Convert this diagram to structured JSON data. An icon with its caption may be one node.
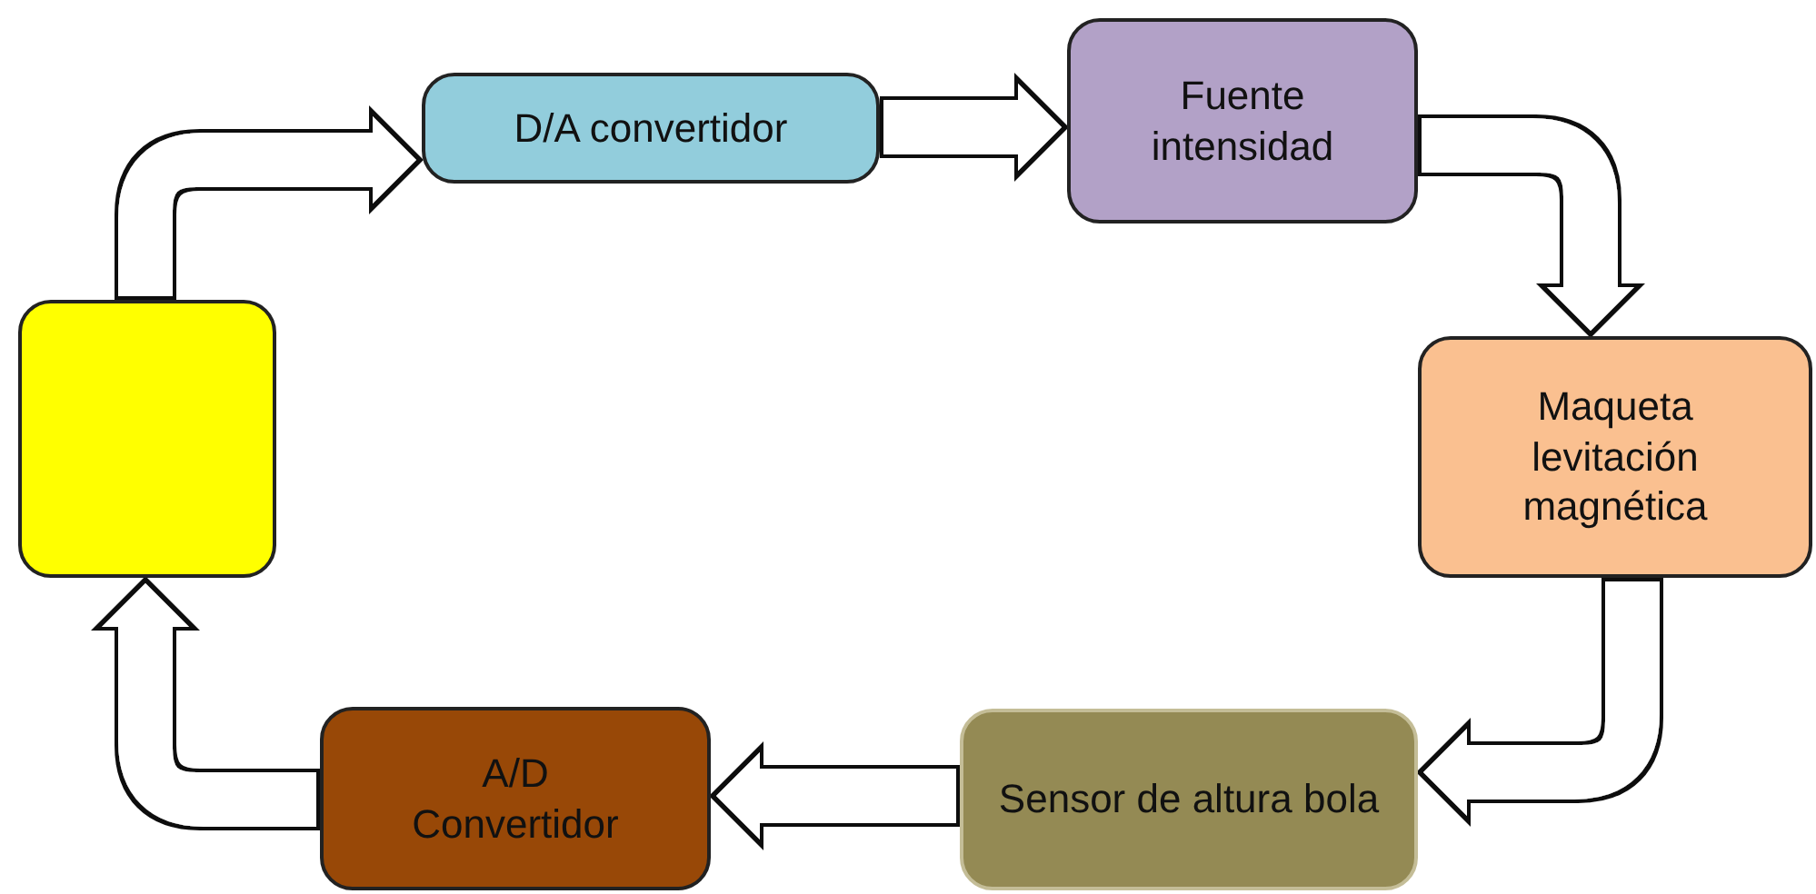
{
  "diagram": {
    "nodes": [
      {
        "text": [],
        "shape": "box"
      },
      {
        "text": [
          "D/A convertidor"
        ]
      },
      {
        "text": [
          "Fuente intensidad"
        ]
      },
      {
        "text": [
          "Maqueta levitación magnética"
        ]
      },
      {
        "text": [
          "Sensor de altura bola"
        ]
      },
      {
        "text": [
          "A/D Convertidor"
        ]
      }
    ],
    "edges": [
      {
        "from": 0,
        "to": 1,
        "arrow": "to"
      },
      {
        "from": 1,
        "to": 2,
        "arrow": "to"
      },
      {
        "from": 2,
        "to": 3,
        "arrow": "to"
      },
      {
        "from": 3,
        "to": 4,
        "arrow": "to"
      },
      {
        "from": 4,
        "to": 5,
        "arrow": "to"
      },
      {
        "from": 5,
        "to": 0,
        "arrow": "to"
      }
    ]
  }
}
